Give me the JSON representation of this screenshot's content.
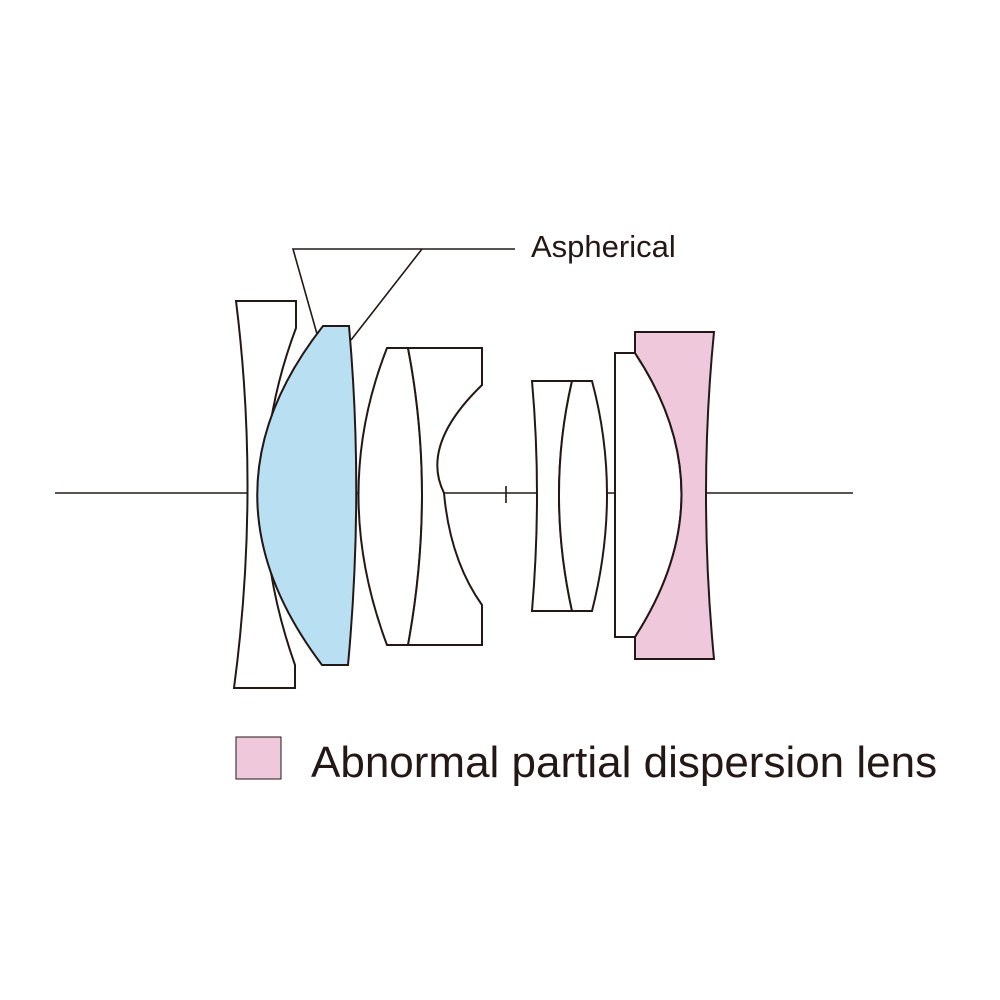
{
  "diagram": {
    "type": "lens-construction",
    "annotation_label": "Aspherical",
    "legend_label": "Abnormal partial dispersion lens",
    "colors": {
      "aspherical_fill": "#b9dff3",
      "abnormal_dispersion_fill": "#efc8dc",
      "stroke": "#231815"
    }
  }
}
